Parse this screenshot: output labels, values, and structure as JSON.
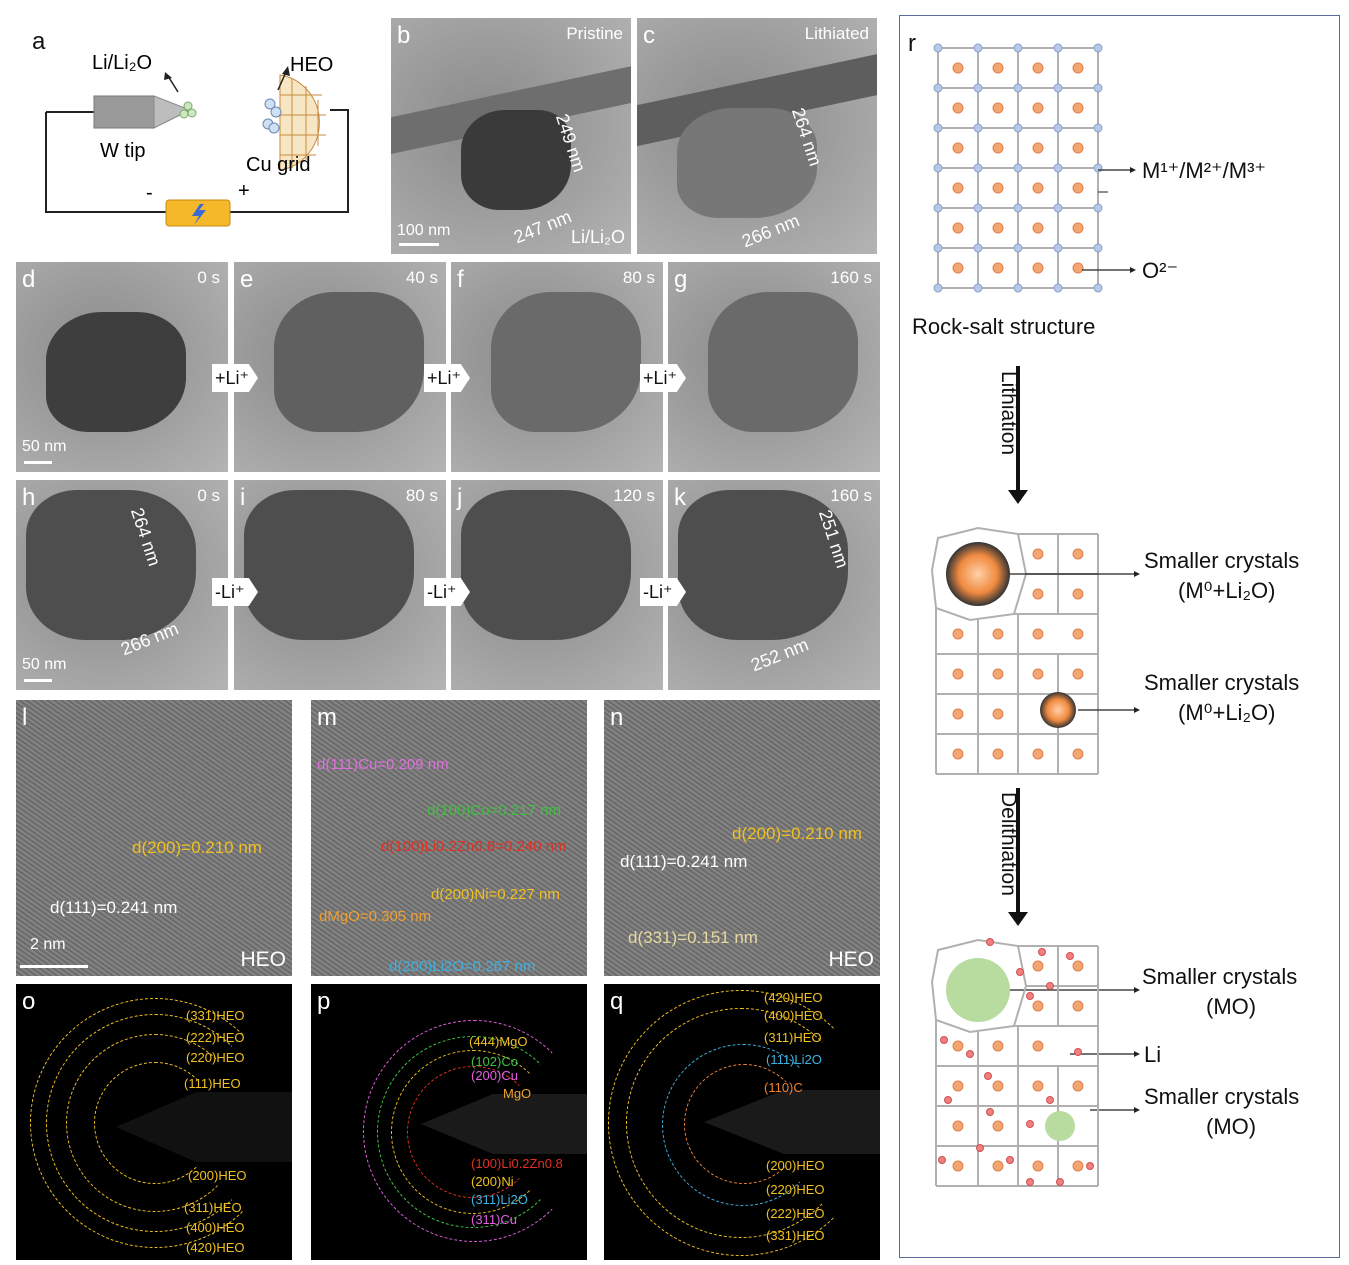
{
  "panel_a": {
    "label": "a",
    "li_label": "Li/Li₂O",
    "heo_label": "HEO",
    "tip_label": "W tip",
    "grid_label": "Cu grid",
    "minus": "-",
    "plus": "+"
  },
  "panel_b": {
    "label": "b",
    "title": "Pristine",
    "dim1": "249 nm",
    "dim2": "247 nm",
    "scale": "100 nm",
    "corner": "Li/Li₂O"
  },
  "panel_c": {
    "label": "c",
    "title": "Lithiated",
    "dim1": "264 nm",
    "dim2": "266 nm"
  },
  "row_dg": [
    {
      "label": "d",
      "time": "0 s"
    },
    {
      "label": "e",
      "time": "40 s"
    },
    {
      "label": "f",
      "time": "80 s"
    },
    {
      "label": "g",
      "time": "160 s"
    }
  ],
  "row_dg_scale": "50 nm",
  "lithiation_arrow": "+Li⁺",
  "row_hk": [
    {
      "label": "h",
      "time": "0 s"
    },
    {
      "label": "i",
      "time": "80 s"
    },
    {
      "label": "j",
      "time": "120 s"
    },
    {
      "label": "k",
      "time": "160 s"
    }
  ],
  "row_hk_scale": "50 nm",
  "delithiation_arrow": "-Li⁺",
  "panel_h_dims": {
    "dim1": "264 nm",
    "dim2": "266 nm"
  },
  "panel_k_dims": {
    "dim1": "251 nm",
    "dim2": "252 nm"
  },
  "panel_l": {
    "label": "l",
    "d200": "d(200)=0.210 nm",
    "d111": "d(111)=0.241 nm",
    "scale": "2 nm",
    "material": "HEO"
  },
  "panel_m": {
    "label": "m",
    "d_cu": "d(111)Cu=0.209 nm",
    "d_co": "d(100)Co=0.217 nm",
    "d_lizn": "d(100)Li0.2Zn0.8=0.240 nm",
    "d_ni": "d(200)Ni=0.227 nm",
    "d_mgo": "dMgO=0.305 nm",
    "d_li2o": "d(200)Li2O=0.267 nm"
  },
  "panel_n": {
    "label": "n",
    "d200": "d(200)=0.210 nm",
    "d111": "d(111)=0.241 nm",
    "d331": "d(331)=0.151 nm",
    "material": "HEO"
  },
  "panel_o": {
    "label": "o",
    "rings": [
      "(331)HEO",
      "(222)HEO",
      "(220)HEO",
      "(111)HEO",
      "(200)HEO",
      "(311)HEO",
      "(400)HEO",
      "(420)HEO"
    ]
  },
  "panel_p": {
    "label": "p",
    "rings": [
      "(444)MgO",
      "(102)Co",
      "(200)Cu",
      "MgO",
      "(100)Li0.2Zn0.8",
      "(200)Ni",
      "(311)Li2O",
      "(311)Cu"
    ]
  },
  "panel_q": {
    "label": "q",
    "rings": [
      "(420)HEO",
      "(400)HEO",
      "(311)HEO",
      "(111)Li2O",
      "(110)C",
      "(200)HEO",
      "(220)HEO",
      "(222)HEO",
      "(331)HEO"
    ]
  },
  "panel_r": {
    "label": "r",
    "cation_label": "M¹⁺/M²⁺/M³⁺",
    "anion_label": "O²⁻",
    "structure_label": "Rock-salt structure",
    "lithiation": "Lithiation",
    "delithiation": "Delithiation",
    "crystal_line1": "Smaller crystals",
    "crystal_line2_lith": "(M⁰+Li₂O)",
    "crystal_line2_delith": "(MO)",
    "li_label": "Li"
  },
  "colors": {
    "orange_atom": "#f4a670",
    "blue_node": "#b8c8e8",
    "green_crystal": "#b8dca0",
    "li_dot": "#f08080",
    "frame": "#5a6a9a",
    "label_yellow": "#f0c020"
  }
}
